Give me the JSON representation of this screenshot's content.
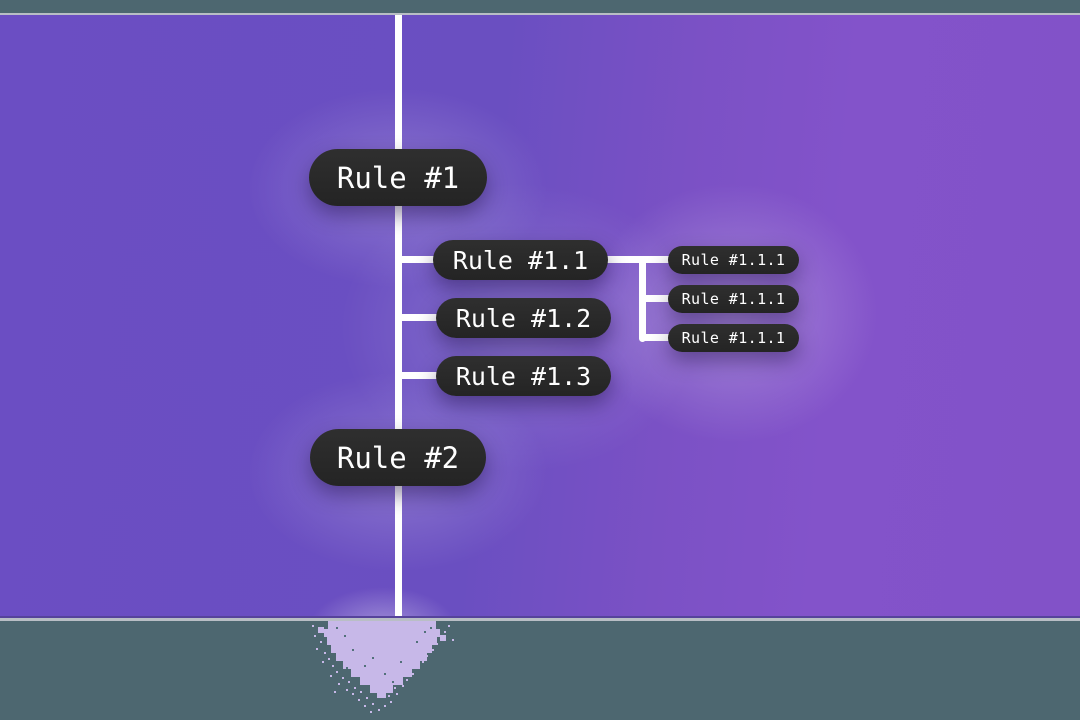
{
  "section": {
    "name": "rule-tree-diagram"
  },
  "colors": {
    "page_background": "#4d6770",
    "panel_gradient_left": "#6b4ec3",
    "panel_gradient_right": "#8252c8",
    "panel_border": "#b9bec5",
    "panel_bottom_edge": "#56439b",
    "connector": "#ffffff",
    "node_background": "#282828",
    "node_text": "#ffffff",
    "pixel_glow": "#c7b8e8"
  },
  "nodes": {
    "rule1": {
      "label": "Rule #1"
    },
    "rule11": {
      "label": "Rule #1.1"
    },
    "rule111a": {
      "label": "Rule #1.1.1"
    },
    "rule111b": {
      "label": "Rule #1.1.1"
    },
    "rule111c": {
      "label": "Rule #1.1.1"
    },
    "rule12": {
      "label": "Rule #1.2"
    },
    "rule13": {
      "label": "Rule #1.3"
    },
    "rule2": {
      "label": "Rule #2"
    }
  }
}
